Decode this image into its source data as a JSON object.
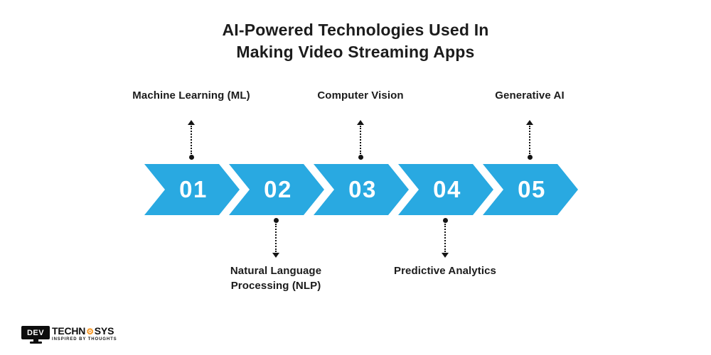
{
  "title": {
    "line1": "AI-Powered Technologies Used In",
    "line2": "Making Video Streaming Apps"
  },
  "diagram": {
    "type": "process-arrow-timeline",
    "arrow_color": "#29A9E1",
    "connector_color": "#141414",
    "steps": [
      {
        "number": "01",
        "label": "Machine Learning (ML)",
        "label_position": "top"
      },
      {
        "number": "02",
        "label": "Natural Language Processing (NLP)",
        "label_position": "bottom"
      },
      {
        "number": "03",
        "label": "Computer Vision",
        "label_position": "top"
      },
      {
        "number": "04",
        "label": "Predictive Analytics",
        "label_position": "bottom"
      },
      {
        "number": "05",
        "label": "Generative AI",
        "label_position": "top"
      }
    ]
  },
  "logo": {
    "monitor_text": "DEV",
    "brand_part1": "TECHN",
    "gear_icon": "⚙",
    "brand_part2": "SYS",
    "tagline": "INSPIRED BY THOUGHTS"
  }
}
